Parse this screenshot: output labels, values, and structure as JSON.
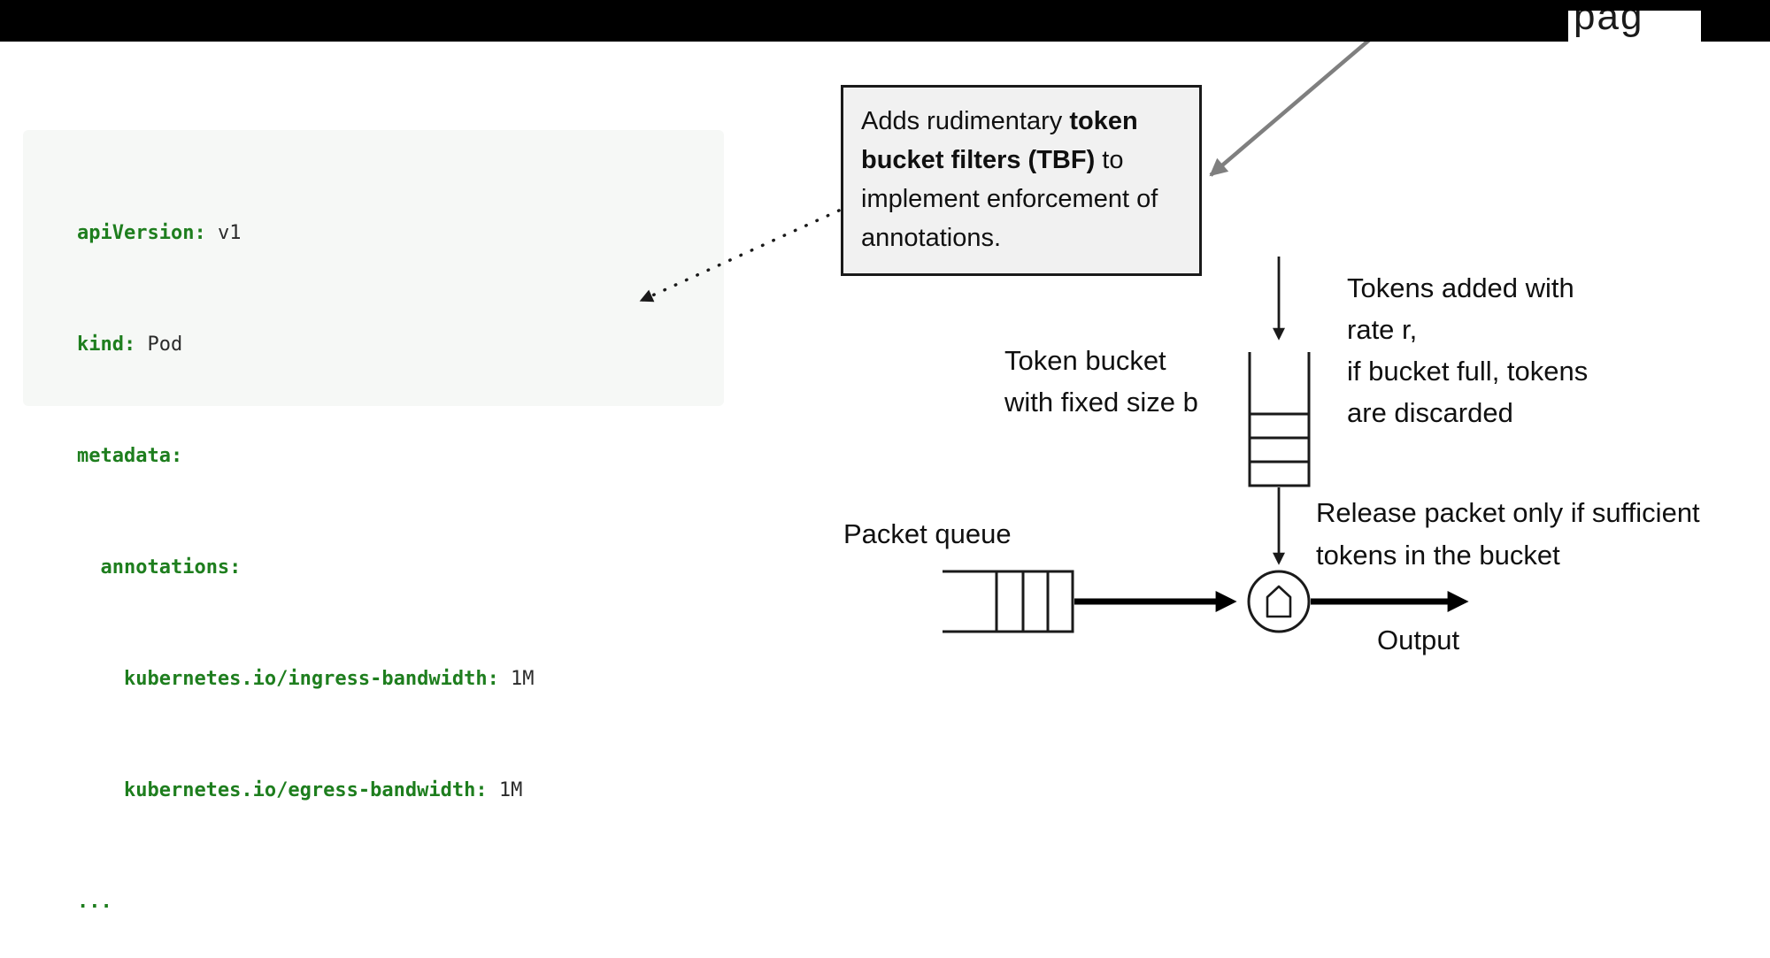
{
  "top_bar": {
    "partial_text": "pag"
  },
  "code_block": {
    "background": "#f6f8f6",
    "key_color": "#1e7e1e",
    "value_color": "#2b2b2b",
    "lines": [
      {
        "indent": 0,
        "key": "apiVersion:",
        "value": " v1"
      },
      {
        "indent": 0,
        "key": "kind:",
        "value": " Pod"
      },
      {
        "indent": 0,
        "key": "metadata:",
        "value": ""
      },
      {
        "indent": 2,
        "key": "annotations:",
        "value": ""
      },
      {
        "indent": 4,
        "key": "kubernetes.io/ingress-bandwidth:",
        "value": " 1M"
      },
      {
        "indent": 4,
        "key": "kubernetes.io/egress-bandwidth:",
        "value": " 1M"
      },
      {
        "indent": 0,
        "key": "...",
        "value": ""
      }
    ]
  },
  "callout": {
    "background": "#f1f1f1",
    "border_color": "#1a1a1a",
    "segments": [
      {
        "text": "Adds rudimentary ",
        "bold": false
      },
      {
        "text": "token bucket filters (TBF)",
        "bold": true
      },
      {
        "text": " to implement enforcement of annotations.",
        "bold": false
      }
    ]
  },
  "diagram": {
    "arrow_gray_color": "#7f7f7f",
    "line_color": "#1a1a1a",
    "token_bucket_label": "Token bucket\nwith fixed size b",
    "tokens_added_label": "Tokens added with\nrate r,\nif bucket full, tokens\nare discarded",
    "release_label": "Release packet only if sufficient\ntokens in the bucket",
    "packet_queue_label": "Packet queue",
    "output_label": "Output"
  }
}
